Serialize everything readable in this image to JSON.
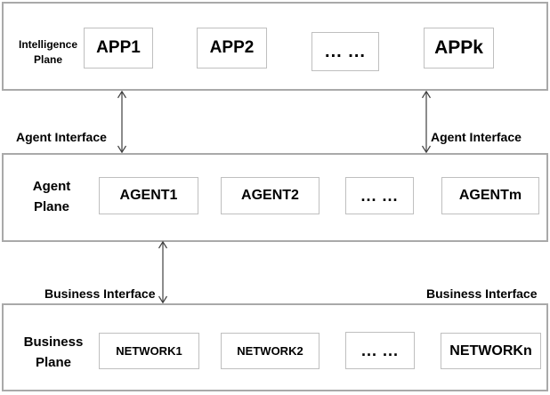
{
  "colors": {
    "background": "#ffffff",
    "plane_border": "#a9a9a9",
    "box_border": "#bfbfbf",
    "arrow": "#404040",
    "text": "#000000"
  },
  "planes": [
    {
      "name": "Intelligence Plane",
      "label": "Intelligence\nPlane",
      "boxes": [
        "APP1",
        "APP2",
        "... ...",
        "APPk"
      ]
    },
    {
      "name": "Agent Plane",
      "label": "Agent\nPlane",
      "boxes": [
        "AGENT1",
        "AGENT2",
        "... ...",
        "AGENTm"
      ]
    },
    {
      "name": "Business Plane",
      "label": "Business\nPlane",
      "boxes": [
        "NETWORK1",
        "NETWORK2",
        "... ...",
        "NETWORKn"
      ]
    }
  ],
  "interfaces": {
    "agent_left": "Agent Interface",
    "agent_right": "Agent Interface",
    "business_left": "Business Interface",
    "business_right": "Business Interface"
  },
  "arrows": [
    {
      "name": "intelligence-agent-arrow-left",
      "type": "double-headed-vertical"
    },
    {
      "name": "intelligence-agent-arrow-right",
      "type": "double-headed-vertical"
    },
    {
      "name": "agent-business-arrow-left",
      "type": "double-headed-vertical"
    }
  ]
}
